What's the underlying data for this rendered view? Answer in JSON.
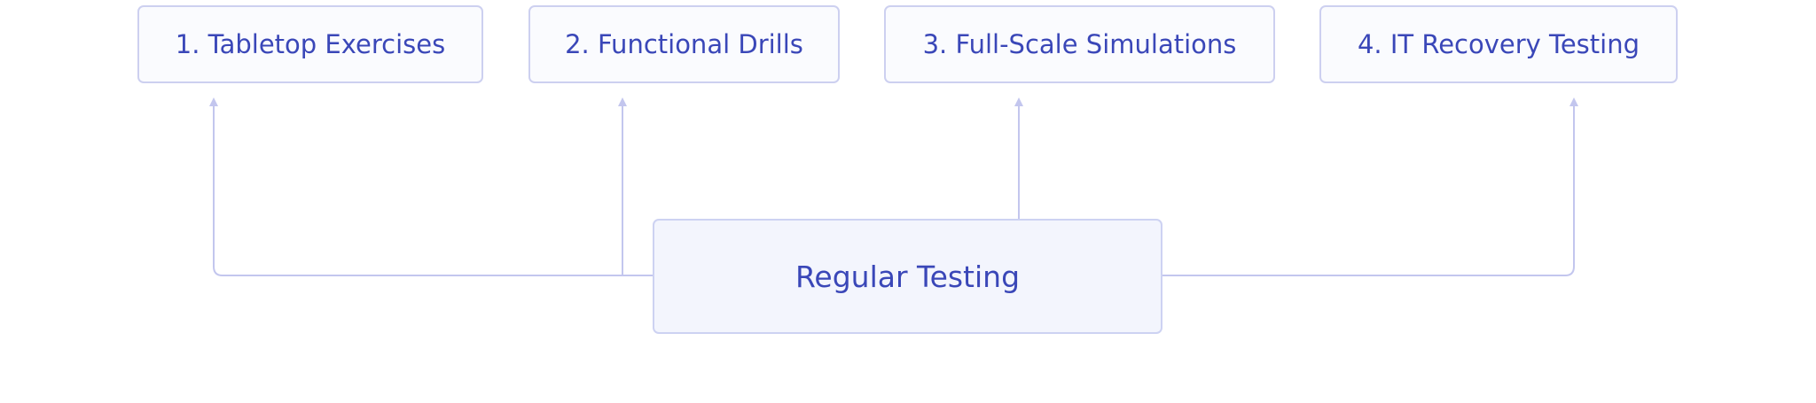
{
  "diagram": {
    "root": {
      "label": "Regular Testing"
    },
    "children": [
      {
        "label": "1. Tabletop Exercises"
      },
      {
        "label": "2. Functional Drills"
      },
      {
        "label": "3. Full-Scale Simulations"
      },
      {
        "label": "4. IT Recovery Testing"
      }
    ]
  },
  "colors": {
    "text": "#3a47b8",
    "connector": "#c3c6ee",
    "node_border": "#cdd0f0",
    "node_fill": "#fafbfe",
    "root_fill": "#f3f5fd"
  }
}
